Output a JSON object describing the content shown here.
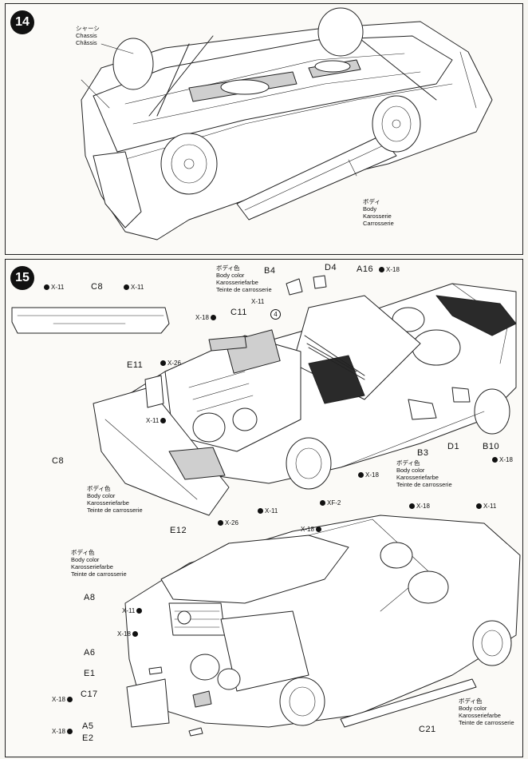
{
  "steps": {
    "step14": {
      "number": "14",
      "chassis_label": [
        "シャーシ",
        "Chassis",
        "Châssis"
      ],
      "body_label": [
        "ボディ",
        "Body",
        "Karosserie",
        "Carrosserie"
      ]
    },
    "step15": {
      "number": "15",
      "body_color_label": [
        "ボディ色",
        "Body color",
        "Karosseriefarbe",
        "Teinte de carrosserie"
      ],
      "circled_ref": "4",
      "parts": {
        "c8_top": "C8",
        "c8_side": "C8",
        "b4": "B4",
        "d4": "D4",
        "a16": "A16",
        "c11": "C11",
        "e11": "E11",
        "e12": "E12",
        "b3": "B3",
        "d1": "D1",
        "b10": "B10",
        "a8": "A8",
        "a6": "A6",
        "e1": "E1",
        "c17": "C17",
        "a5": "A5",
        "e2": "E2",
        "c21": "C21"
      },
      "screws": {
        "x11": "X-11",
        "x18": "X-18",
        "x26": "X-26",
        "xf2": "XF-2"
      }
    }
  }
}
